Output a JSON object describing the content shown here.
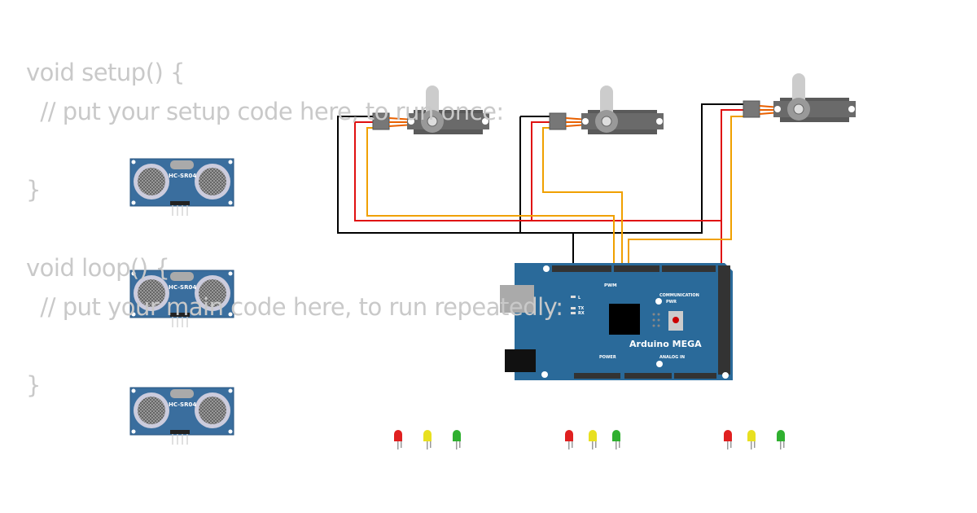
{
  "code_editor": {
    "lines": [
      "void setup() {",
      "  // put your setup code here, to run once:",
      "",
      "}",
      "",
      "void loop() {",
      "  // put your main code here, to run repeatedly:",
      "",
      "}"
    ]
  },
  "board": {
    "name": "Arduino MEGA",
    "labels": {
      "pwm": "PWM",
      "communication": "COMMUNICATION",
      "power": "POWER",
      "analog_in": "ANALOG IN",
      "pwr": "PWR",
      "l": "L",
      "tx": "TX",
      "rx": "RX"
    },
    "color": "#2a6a9a"
  },
  "sensors": [
    {
      "model": "HC-SR04"
    },
    {
      "model": "HC-SR04"
    },
    {
      "model": "HC-SR04"
    }
  ],
  "servos": [
    {
      "type": "servo"
    },
    {
      "type": "servo"
    },
    {
      "type": "servo"
    }
  ],
  "leds": [
    {
      "color": "#e02020"
    },
    {
      "color": "#e8e020"
    },
    {
      "color": "#30b030"
    },
    {
      "color": "#e02020"
    },
    {
      "color": "#e8e020"
    },
    {
      "color": "#30b030"
    },
    {
      "color": "#e02020"
    },
    {
      "color": "#e8e020"
    },
    {
      "color": "#30b030"
    }
  ],
  "wire_colors": {
    "gnd": "#000000",
    "vcc": "#e01010",
    "signal": "#f0a000"
  }
}
